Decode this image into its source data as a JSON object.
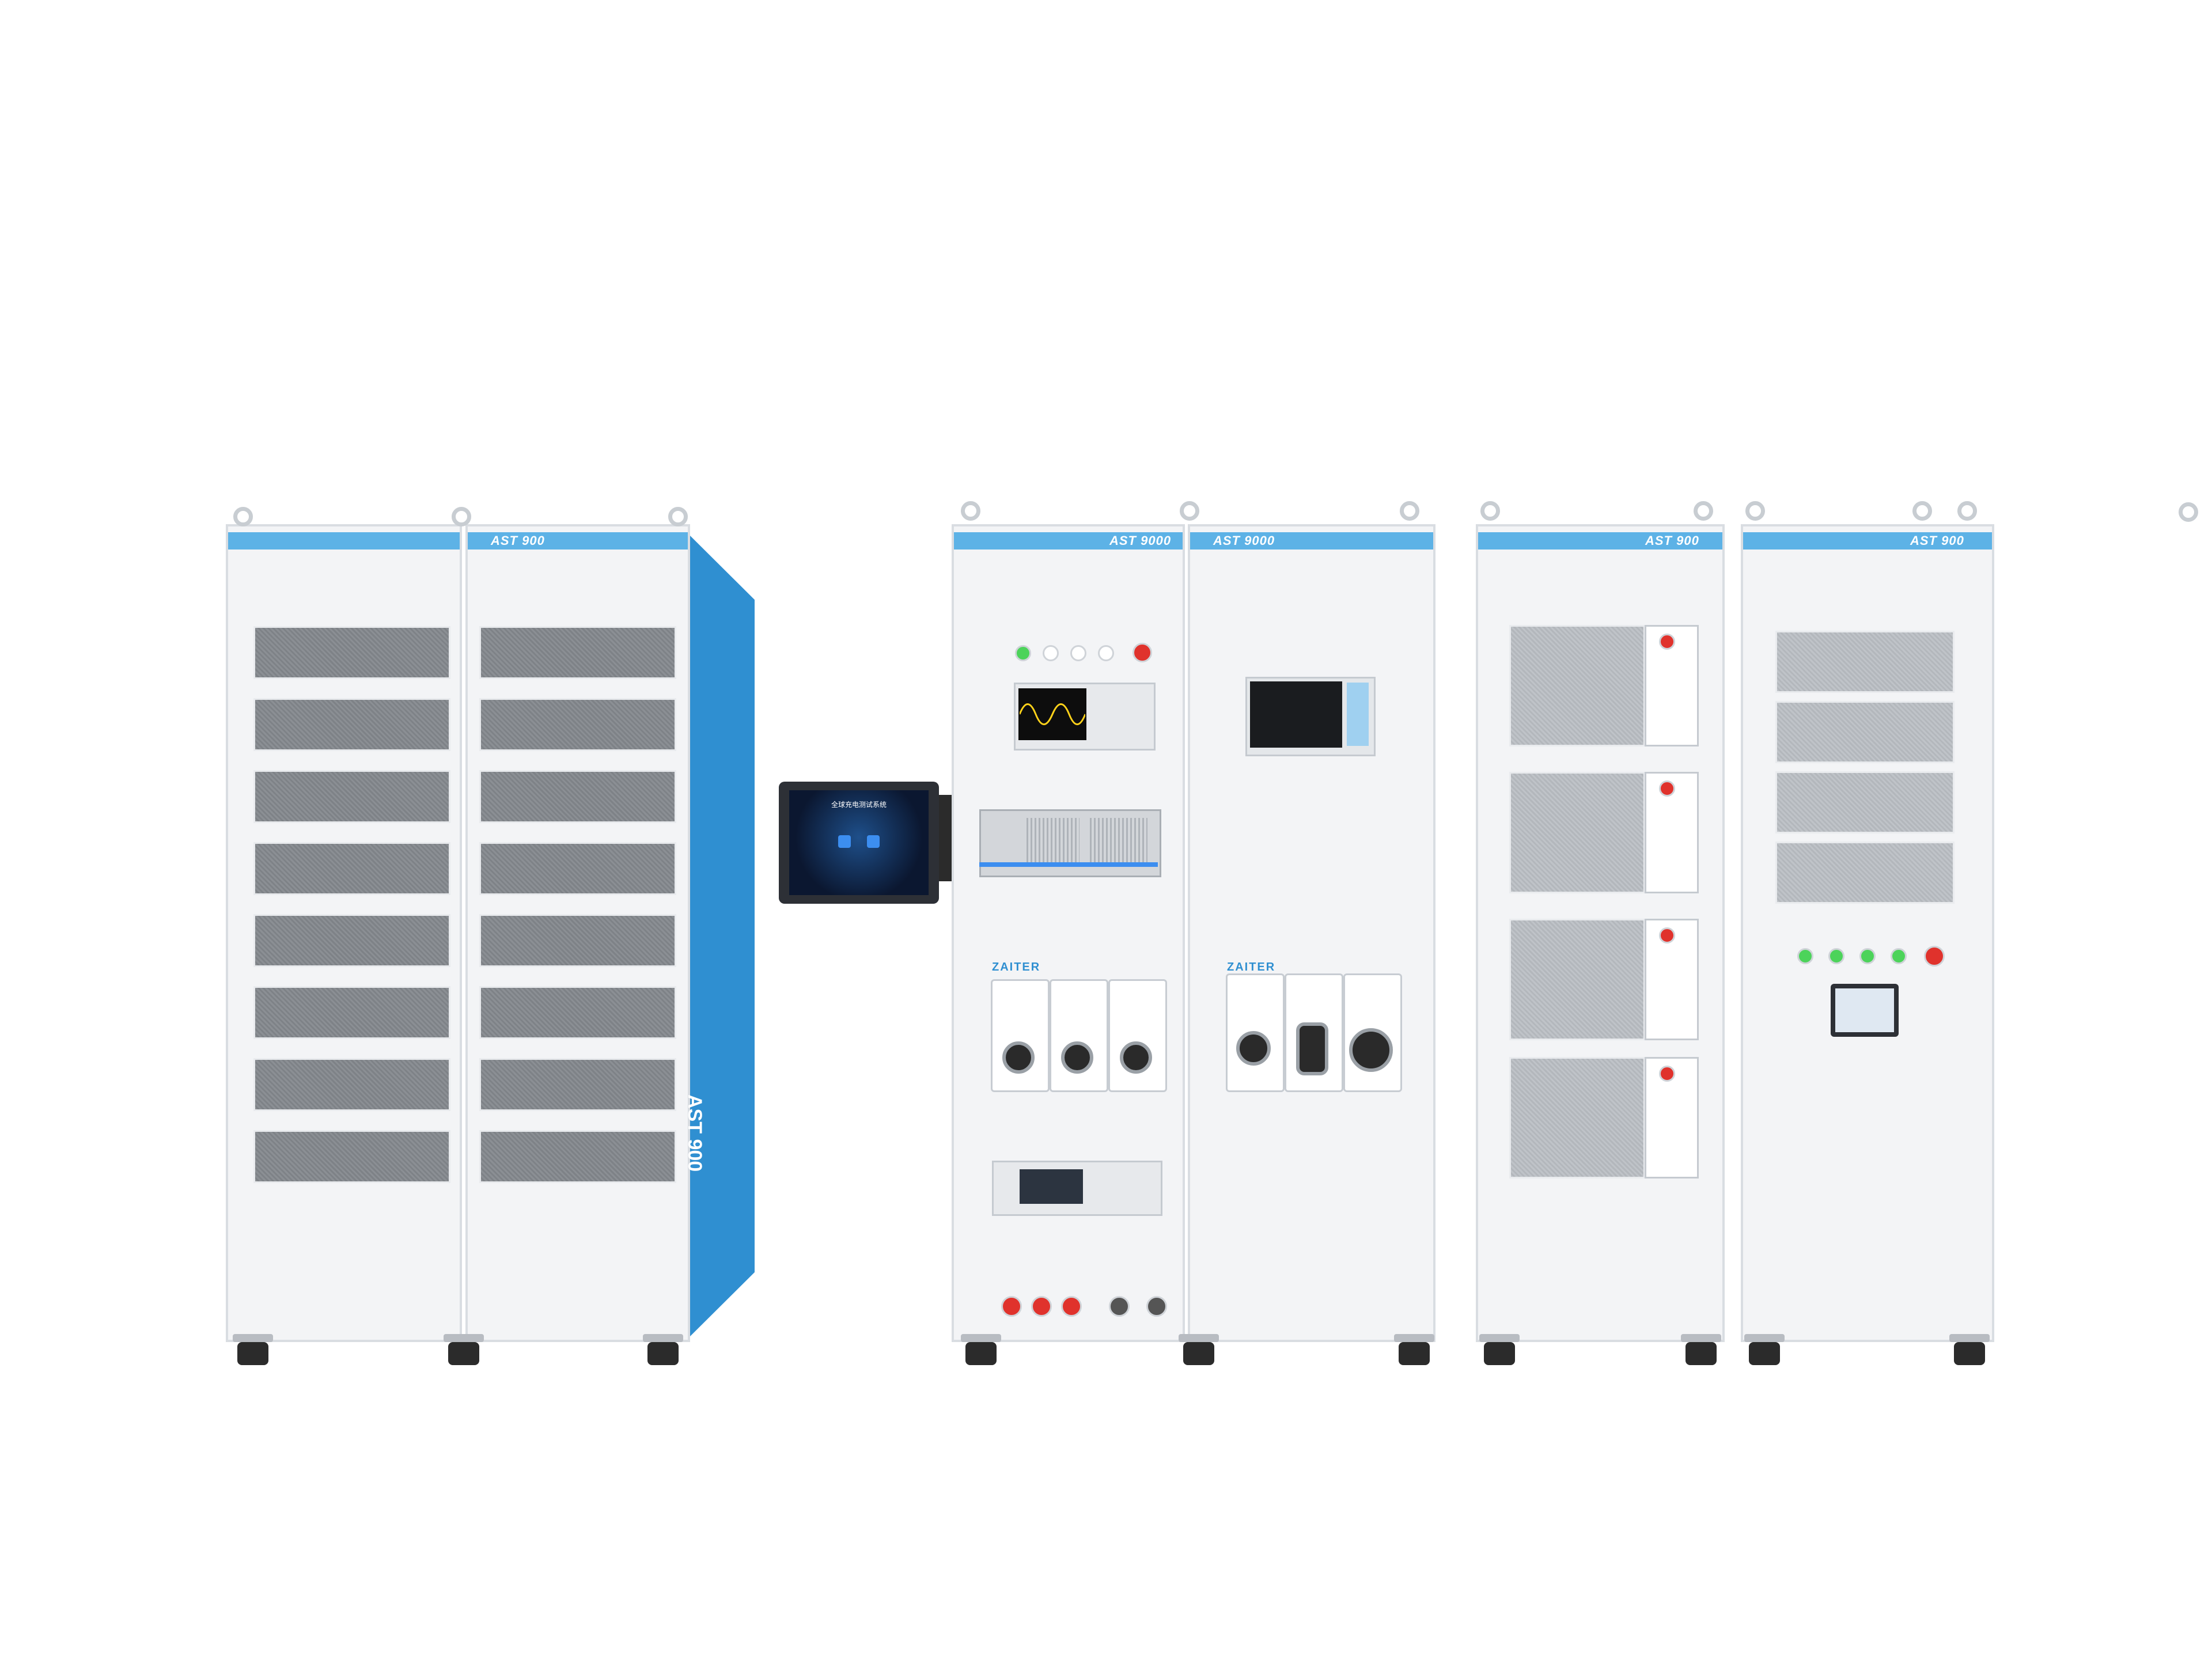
{
  "cabinets": {
    "left_model": "AST 900",
    "middle_model": "AST 9000",
    "right_model": "AST 900",
    "side_text": "AST 900"
  },
  "modules": {
    "brand": "ZAITER",
    "tablet_title": "全球充电测试系统"
  },
  "colors": {
    "accent_blue": "#2f8fd1",
    "cabinet_white": "#f3f4f6",
    "panel_gray": "#8b8f94",
    "lamp_green": "#4cd35a",
    "lamp_red": "#e0322c"
  }
}
